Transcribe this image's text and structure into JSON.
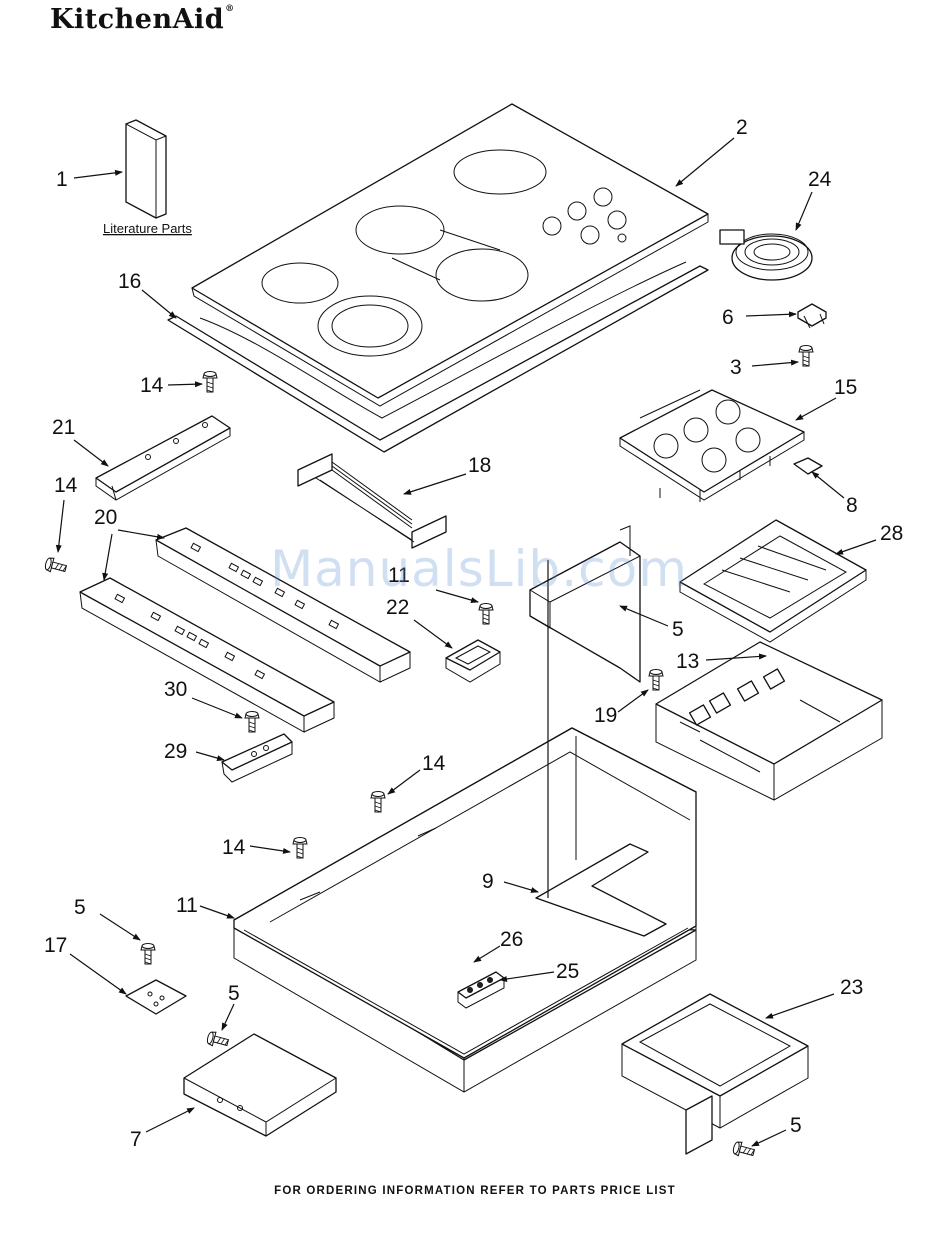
{
  "header": {
    "brand": "KitchenAid",
    "trademark": "®"
  },
  "literature_label": "Literature Parts",
  "watermark": "ManualsLib.com",
  "footer": "FOR ORDERING INFORMATION REFER TO PARTS PRICE LIST",
  "callouts": {
    "c1": "1",
    "c2": "2",
    "c24": "24",
    "c16": "16",
    "c6": "6",
    "c3": "3",
    "c14a": "14",
    "c15": "15",
    "c21": "21",
    "c18": "18",
    "c8": "8",
    "c14b": "14",
    "c20": "20",
    "c28": "28",
    "c11a": "11",
    "c22": "22",
    "c5a": "5",
    "c13": "13",
    "c19": "19",
    "c30": "30",
    "c29": "29",
    "c14c": "14",
    "c14d": "14",
    "c9": "9",
    "c5b": "5",
    "c11b": "11",
    "c26": "26",
    "c17": "17",
    "c25": "25",
    "c23": "23",
    "c5c": "5",
    "c7": "7",
    "c5d": "5"
  }
}
